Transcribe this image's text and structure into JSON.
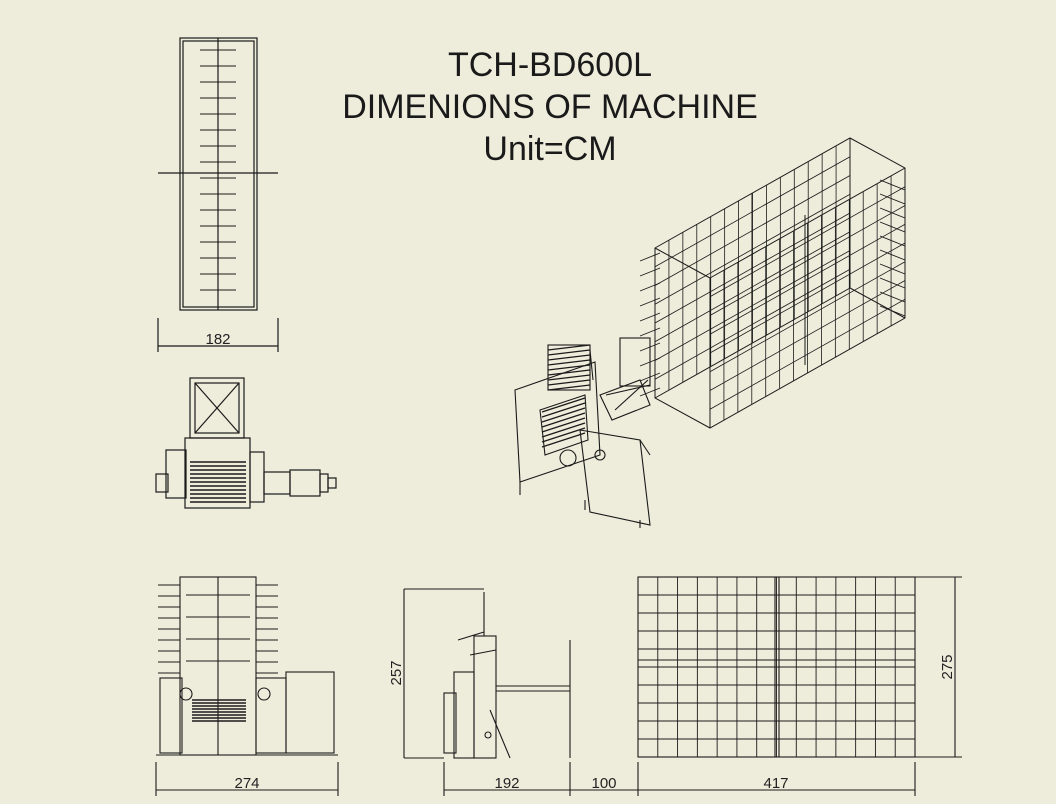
{
  "title": {
    "model": "TCH-BD600L",
    "subtitle": "DIMENIONS OF MACHINE",
    "unit": "Unit=CM"
  },
  "dimensions": {
    "creel_top_width": "182",
    "machine_front_width": "274",
    "machine_side_depth": "192",
    "gap": "100",
    "creel_length": "417",
    "side_height": "257",
    "creel_height": "275"
  },
  "colors": {
    "background": "#eeeddc",
    "line": "#1a1a1a"
  }
}
